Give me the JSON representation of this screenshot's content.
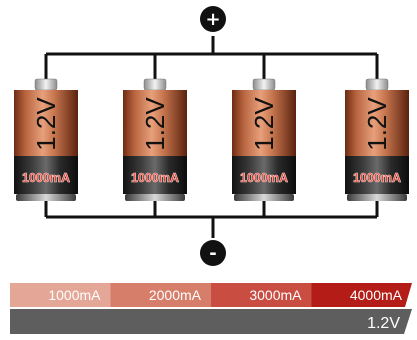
{
  "terminals": {
    "positive_symbol": "+",
    "negative_symbol": "-"
  },
  "batteries": [
    {
      "voltage": "1.2V",
      "capacity": "1000mA"
    },
    {
      "voltage": "1.2V",
      "capacity": "1000mA"
    },
    {
      "voltage": "1.2V",
      "capacity": "1000mA"
    },
    {
      "voltage": "1.2V",
      "capacity": "1000mA"
    }
  ],
  "capacity_scale": [
    {
      "label": "1000mA",
      "color": "#e4a696"
    },
    {
      "label": "2000mA",
      "color": "#d77e6b"
    },
    {
      "label": "3000mA",
      "color": "#c94d40"
    },
    {
      "label": "4000mA",
      "color": "#b41c17"
    }
  ],
  "voltage_bar": {
    "label": "1.2V",
    "color": "#5e5e5e"
  }
}
